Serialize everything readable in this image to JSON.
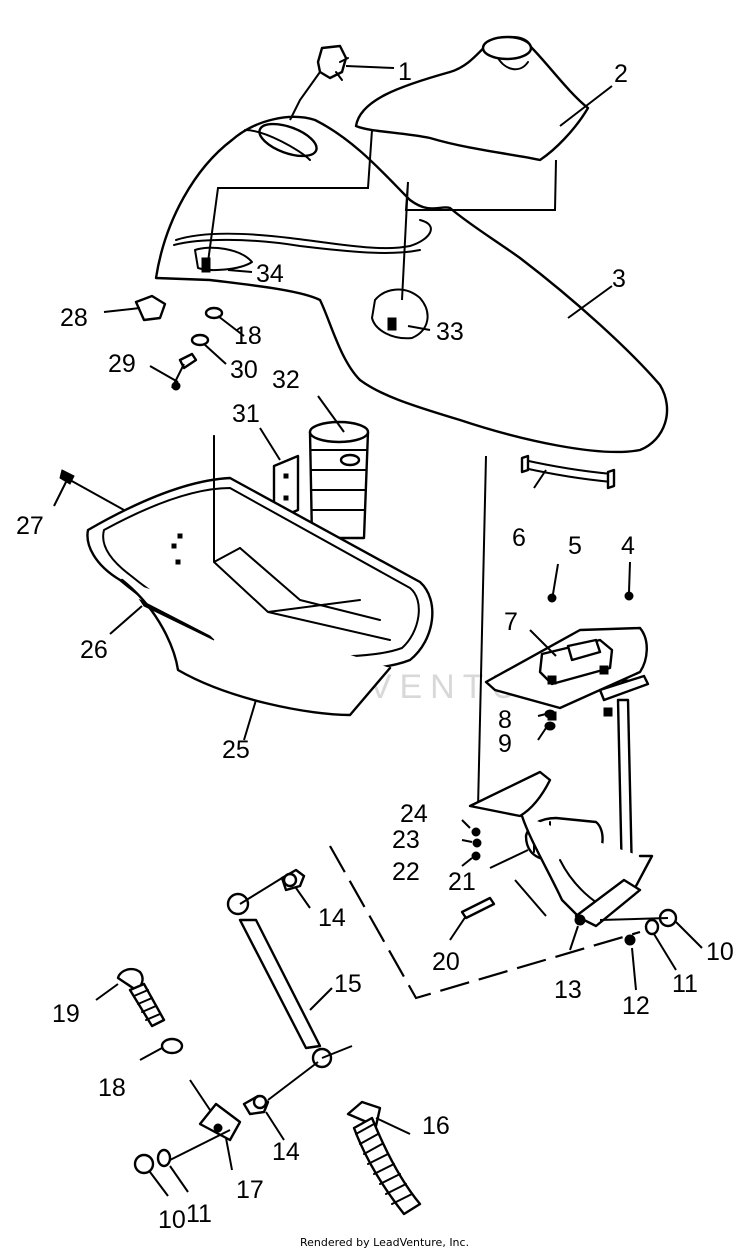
{
  "diagram": {
    "callouts": {
      "c1": "1",
      "c2": "2",
      "c3": "3",
      "c4": "4",
      "c5": "5",
      "c6": "6",
      "c7": "7",
      "c8": "8",
      "c9": "9",
      "c10a": "10",
      "c10b": "10",
      "c11a": "11",
      "c11b": "11",
      "c12": "12",
      "c13": "13",
      "c14a": "14",
      "c14b": "14",
      "c15": "15",
      "c16": "16",
      "c17": "17",
      "c18a": "18",
      "c18b": "18",
      "c19": "19",
      "c20": "20",
      "c21": "21",
      "c22": "22",
      "c23": "23",
      "c24": "24",
      "c25": "25",
      "c26": "26",
      "c27": "27",
      "c28": "28",
      "c29": "29",
      "c30": "30",
      "c31": "31",
      "c32": "32",
      "c33": "33",
      "c34": "34"
    },
    "watermark": "LEADVENTURE",
    "footer": "Rendered by LeadVenture, Inc."
  }
}
